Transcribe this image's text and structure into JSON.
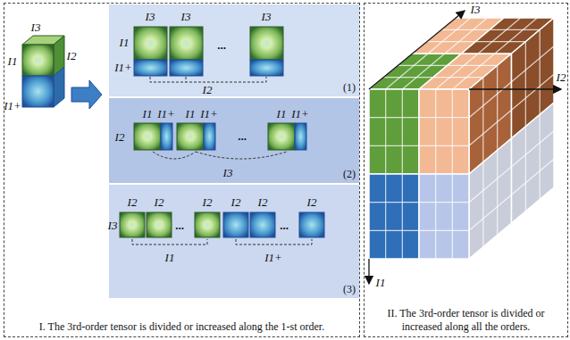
{
  "diagram": {
    "nodes": [
      {
        "text": [
          "I. The 3rd-order tensor is divided or increased along the 1-st order."
        ]
      },
      {
        "text": [
          "(1)"
        ],
        "in": 0
      },
      {
        "text": [
          "(2)"
        ],
        "in": 0
      },
      {
        "text": [
          "(3)"
        ],
        "in": 0
      },
      {
        "text": [
          "II. The 3rd-order tensor is divided or increased along all the orders."
        ]
      }
    ],
    "labels": [
      "I3",
      "I1",
      "I2",
      "I1+",
      "I3",
      "I3",
      "I3",
      "I1",
      "I1+",
      "...",
      "I2",
      "I2",
      "I1",
      "I1+",
      "I1",
      "I1+",
      "I1",
      "I1+",
      "...",
      "I3",
      "I2",
      "I2",
      "I2",
      "I2",
      "I2",
      "I2",
      "I3",
      "...",
      "...",
      "I1",
      "I1+",
      "I3",
      "I2",
      "I1"
    ]
  }
}
